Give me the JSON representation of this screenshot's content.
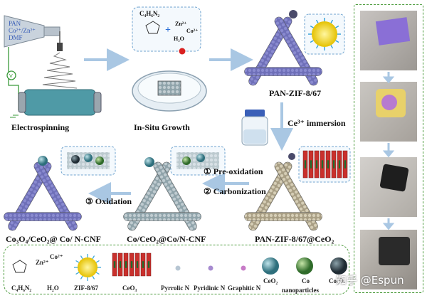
{
  "labels": {
    "electrospinning": "Electrospinning",
    "in_situ_growth": "In-Situ Growth",
    "pan_zif": "PAN-ZIF-8/67",
    "ce_immersion": "Ce³⁺ immersion",
    "pan_zif_ceo2": "PAN-ZIF-8/67@CeO₂",
    "pre_oxidation": "① Pre-oxidation",
    "carbonization": "② Carbonization",
    "co_ceo2": "Co/CeO₂@Co/N-CNF",
    "oxidation": "③ Oxidation",
    "co3o4": "Co₃O₄/CeO₂@ Co/ N-CNF"
  },
  "syringe": {
    "line1": "PAN",
    "line2": "Co²⁺/Zn²⁺",
    "line3": "DMF"
  },
  "reagents": {
    "formula": "C₄H₆N₂",
    "zn": "Zn²⁺",
    "co": "Co²⁺",
    "water": "H₂O"
  },
  "legend": {
    "formula": "C₄H₆N₂",
    "zn": "Zn²⁺",
    "co": "Co²⁺",
    "water": "H₂O",
    "zif": "ZIF-8/67",
    "ceo3": "CeO₃",
    "pyrrolic": "Pyrrolic N",
    "pyridinic": "Pyridinic N",
    "graphitic": "Graphitic N",
    "ceo2": "CeO₂",
    "co_np": "Co",
    "co3o4": "Co₃O₄",
    "nanoparticles": "nanoparticles"
  },
  "watermark": "知乎 @Espun",
  "colors": {
    "fiber_purple": "#6e6fb8",
    "fiber_gray": "#a9b7bd",
    "fiber_tan": "#c4bba1",
    "arrow_blue": "#a9c7e3",
    "dash_green": "#4a9a3a",
    "ceo2_red": "#c9302c"
  }
}
